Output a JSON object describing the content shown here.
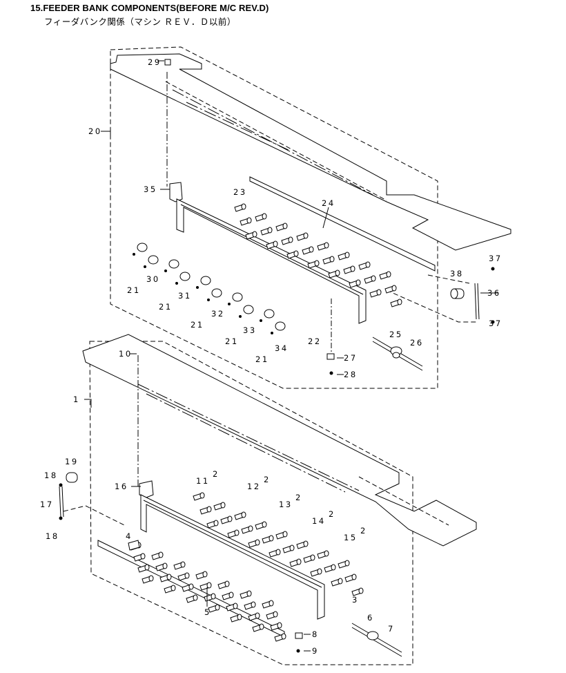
{
  "title": {
    "en": "15.FEEDER BANK COMPONENTS(BEFORE M/C REV.D)",
    "jp": "フィーダバンク関係（マシン ＲＥＶ．Ｄ以前）"
  },
  "callouts": {
    "c1": "1",
    "c2a": "2",
    "c2b": "2",
    "c2c": "2",
    "c2d": "2",
    "c2e": "2",
    "c3": "3",
    "c4": "4",
    "c5": "5",
    "c6": "6",
    "c7": "7",
    "c8": "8",
    "c9": "9",
    "c10": "10",
    "c11": "11",
    "c12": "12",
    "c13": "13",
    "c14": "14",
    "c15": "15",
    "c16": "16",
    "c17": "17",
    "c18a": "18",
    "c18b": "18",
    "c19": "19",
    "c20": "20",
    "c21a": "21",
    "c21b": "21",
    "c21c": "21",
    "c21d": "21",
    "c21e": "21",
    "c22": "22",
    "c23": "23",
    "c24": "24",
    "c25": "25",
    "c26": "26",
    "c27": "27",
    "c28": "28",
    "c29": "29",
    "c30": "30",
    "c31": "31",
    "c32": "32",
    "c33": "33",
    "c34": "34",
    "c35": "35",
    "c36": "36",
    "c37a": "37",
    "c37b": "37",
    "c38": "38"
  }
}
